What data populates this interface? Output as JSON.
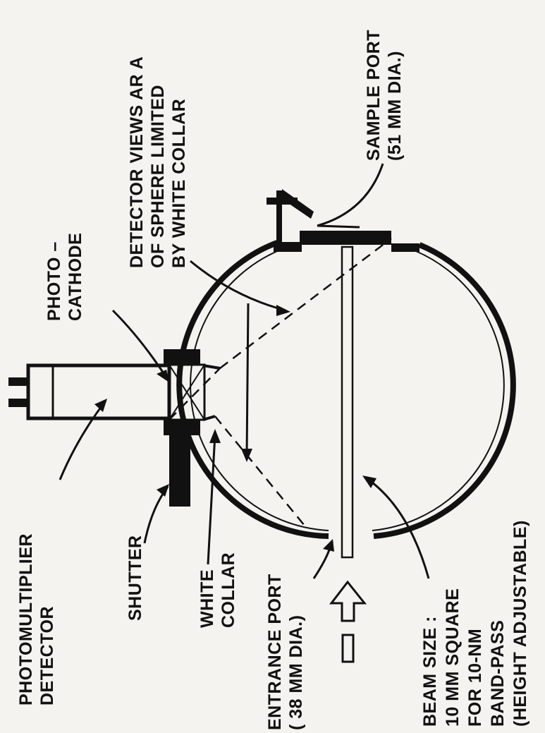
{
  "labels": {
    "photomultiplier": [
      "PHOTOMULTIPLIER",
      "DETECTOR"
    ],
    "shutter": [
      "SHUTTER"
    ],
    "white_collar": [
      "WHITE",
      "COLLAR"
    ],
    "entrance_port": [
      "ENTRANCE PORT",
      "( 38 MM DIA.)"
    ],
    "beam_size": [
      "BEAM SIZE :",
      "10 MM SQUARE",
      "FOR 10-NM",
      "BAND-PASS",
      "(HEIGHT ADJUSTABLE)"
    ],
    "photocathode": [
      "PHOTO –",
      "CATHODE"
    ],
    "detector_views": [
      "DETECTOR VIEWS AR A",
      "OF SPHERE LIMITED",
      "BY WHITE COLLAR"
    ],
    "sample_port": [
      "SAMPLE PORT",
      "(51 MM DIA.)"
    ]
  },
  "colors": {
    "ink": "#111111",
    "paper": "#f4f3ef"
  }
}
